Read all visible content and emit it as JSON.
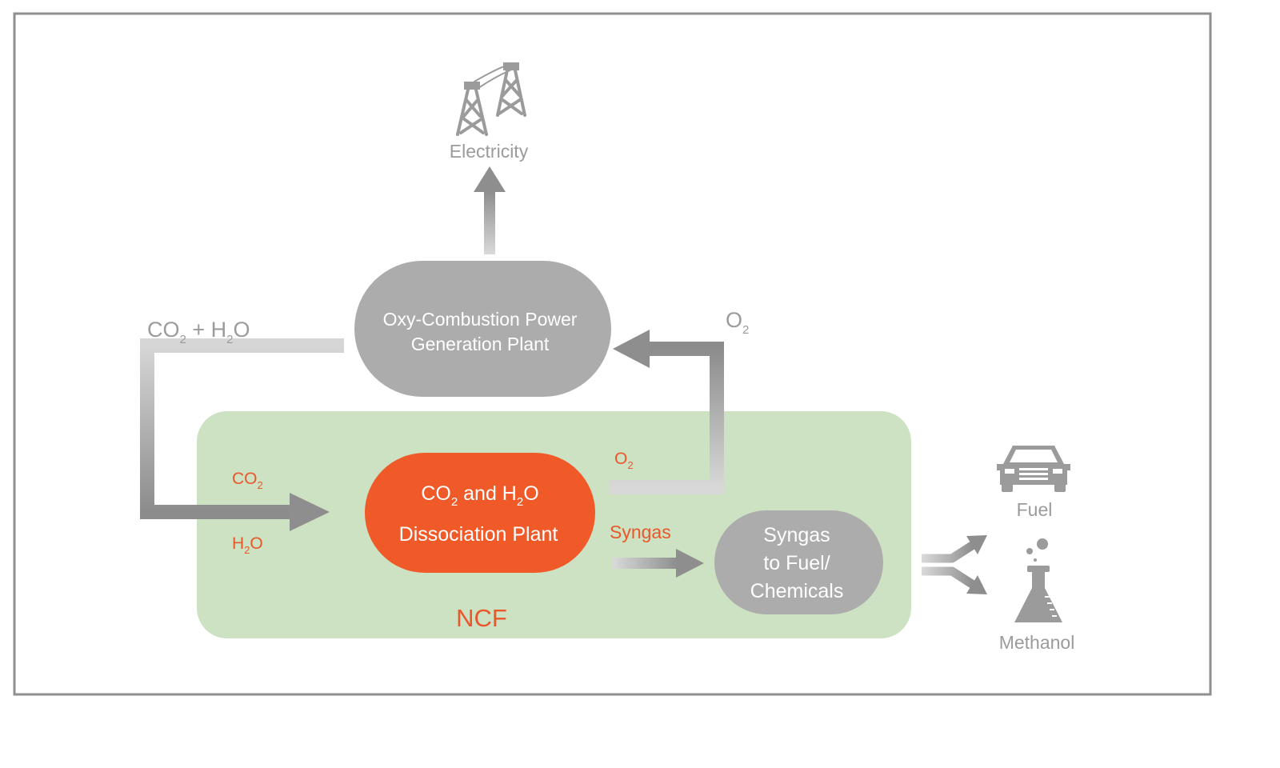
{
  "colors": {
    "frame": "#8f8f8f",
    "ncf_background": "#cde1c3",
    "plant_grey": "#acacac",
    "dissociation_orange": "#f05a28",
    "orange_text": "#e8582b",
    "grey_text": "#9b9b9b",
    "arrow_dark": "#8e8e8e",
    "arrow_light": "#d4d4d4"
  },
  "labels": {
    "electricity": "Electricity",
    "oxy_line1": "Oxy-Combustion Power",
    "oxy_line2": "Generation Plant",
    "co2_h2o_top": {
      "co": "CO",
      "sub1": "2",
      "plus_h": " + H",
      "sub2": "2",
      "o": "O"
    },
    "o2_top": {
      "o": "O",
      "sub": "2"
    },
    "ncf": "NCF",
    "co2_in": {
      "co": "CO",
      "sub": "2"
    },
    "h2o_in": {
      "h": "H",
      "sub": "2",
      "o": "O"
    },
    "dissociation_line1": {
      "co": "CO",
      "sub1": "2",
      "and_h": " and H",
      "sub2": "2",
      "o": "O"
    },
    "dissociation_line2": "Dissociation Plant",
    "o2_inner": {
      "o": "O",
      "sub": "2"
    },
    "syngas": "Syngas",
    "syngas_plant_line1": "Syngas",
    "syngas_plant_line2": "to Fuel/",
    "syngas_plant_line3": "Chemicals",
    "fuel": "Fuel",
    "methanol": "Methanol"
  },
  "icons": [
    "power-tower-icon",
    "car-icon",
    "flask-icon"
  ]
}
